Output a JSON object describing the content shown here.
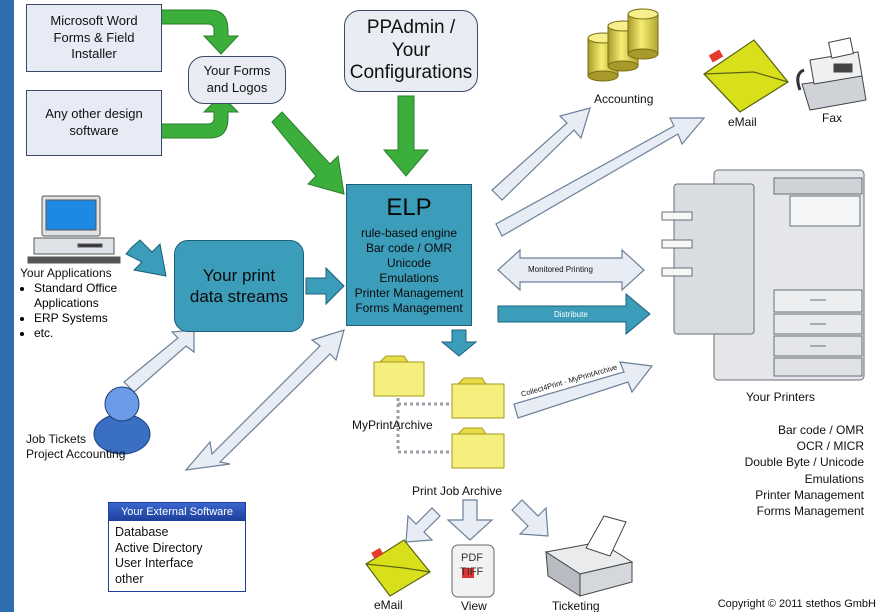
{
  "design_tools": {
    "word_installer": "Microsoft Word\nForms & Field\nInstaller",
    "other_design": "Any other design\nsoftware",
    "forms_logos": "Your Forms\nand Logos"
  },
  "ppadmin": "PPAdmin /\nYour\nConfigurations",
  "elp": {
    "title": "ELP",
    "features": [
      "rule-based engine",
      "Bar code / OMR",
      "Unicode",
      "Emulations",
      "Printer Management",
      "Forms Management"
    ]
  },
  "print_streams": "Your print\ndata streams",
  "applications": {
    "heading": "Your Applications",
    "items": [
      "Standard Office\nApplications",
      "ERP Systems",
      "etc."
    ]
  },
  "job_tickets": "Job Tickets\nProject Accounting",
  "external_software": {
    "title": "Your External Software",
    "items": [
      "Database",
      "Active Directory",
      "User Interface",
      "other"
    ]
  },
  "outputs": {
    "accounting": "Accounting",
    "email": "eMail",
    "fax": "Fax",
    "monitored": "Monitored Printing",
    "distribute": "Distribute",
    "collect": "Collect4Print - MyPrintArchive"
  },
  "archive": {
    "my_print_archive": "MyPrintArchive",
    "print_job_archive": "Print Job Archive",
    "pdf_label": "PDF",
    "tiff_label": "TIFF"
  },
  "bottom": {
    "email": "eMail",
    "view": "View",
    "ticketing": "Ticketing"
  },
  "printers": {
    "heading": "Your Printers",
    "features": [
      "Bar code / OMR",
      "OCR / MICR",
      "Double Byte / Unicode",
      "Emulations",
      "Printer Management",
      "Forms Management"
    ]
  },
  "copyright": "Copyright © 2011 stethos GmbH",
  "colors": {
    "frame_blue": "#2e6db0",
    "teal": "#3c9dbb",
    "green_arrow": "#3cae3c",
    "light_blue_arrow": "#e8edf5",
    "arrow_outline": "#6b7f98",
    "folder_yellow": "#f5ef7e",
    "envelope_yellow": "#d8e01c"
  }
}
